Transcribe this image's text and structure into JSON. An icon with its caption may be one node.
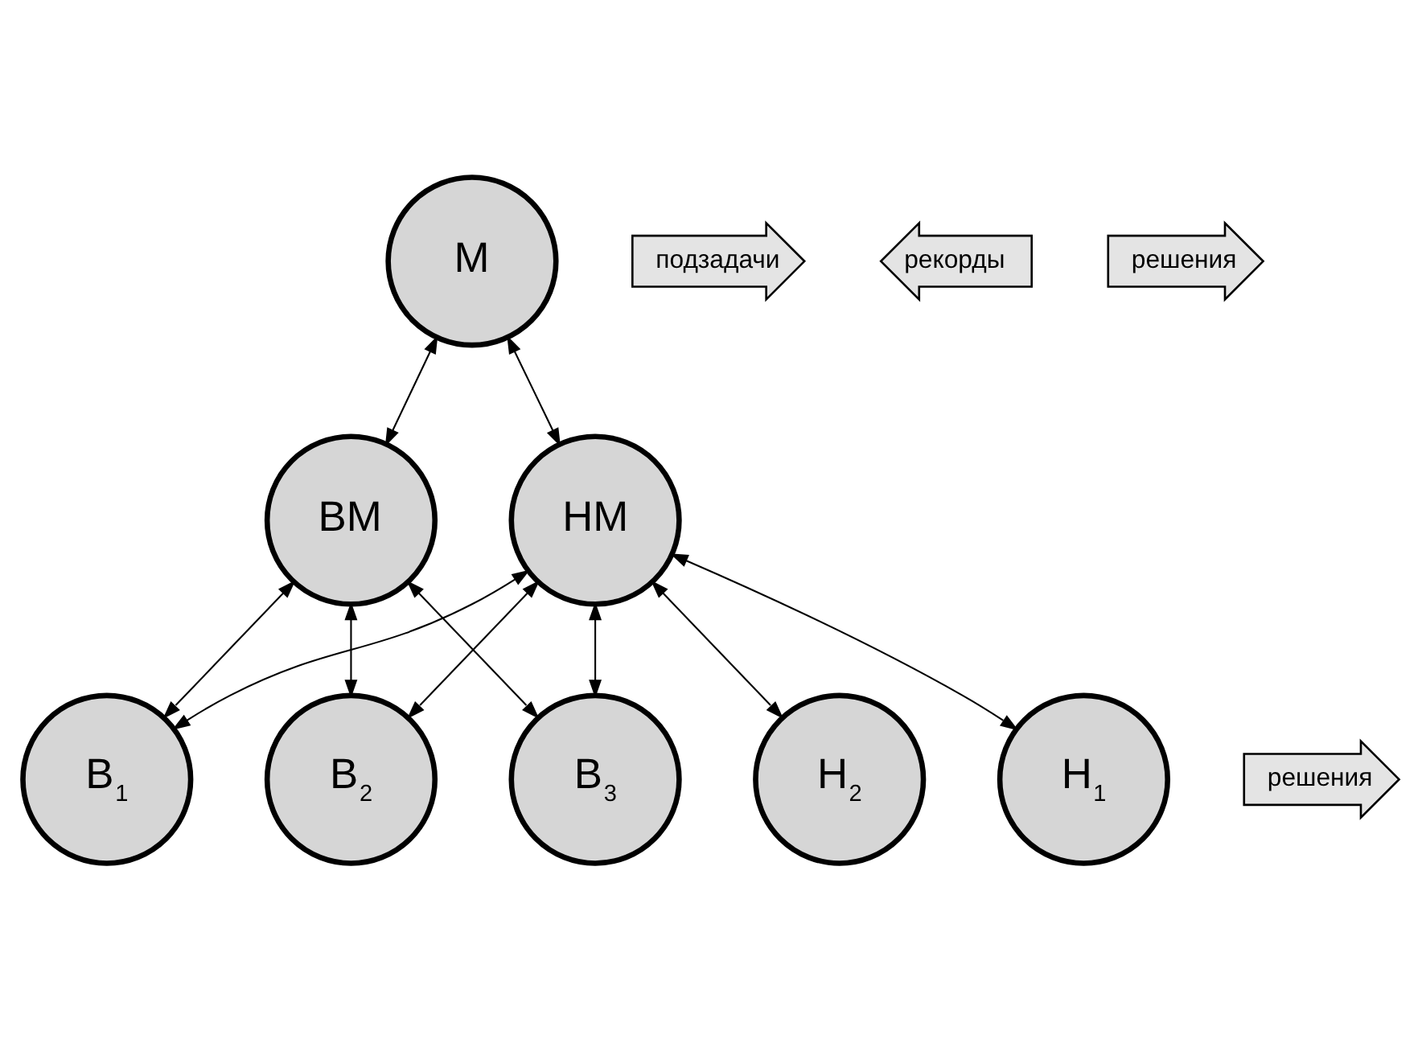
{
  "diagram": {
    "nodes": [
      {
        "text": [
          "М"
        ]
      },
      {
        "text": [
          "ВМ"
        ]
      },
      {
        "text": [
          "НМ"
        ]
      },
      {
        "text": [
          "В$_{1}$"
        ]
      },
      {
        "text": [
          "В$_{2}$"
        ]
      },
      {
        "text": [
          "В$_{3}$"
        ]
      },
      {
        "text": [
          "Н$_{1}$"
        ]
      },
      {
        "text": [
          "Н$_{2}$"
        ]
      },
      {
        "text": [
          "подзадачи"
        ]
      },
      {
        "text": [
          "рекорды"
        ]
      },
      {
        "text": [
          "решения"
        ]
      },
      {
        "text": [
          "решения"
        ]
      }
    ],
    "edges": [
      {
        "from": 0,
        "to": 1,
        "arrow": "both"
      },
      {
        "from": 0,
        "to": 2,
        "arrow": "both"
      },
      {
        "from": 1,
        "to": 3,
        "arrow": "both"
      },
      {
        "from": 1,
        "to": 4,
        "arrow": "both"
      },
      {
        "from": 1,
        "to": 5,
        "arrow": "both"
      },
      {
        "from": 2,
        "to": 3,
        "arrow": "both"
      },
      {
        "from": 2,
        "to": 4,
        "arrow": "both"
      },
      {
        "from": 2,
        "to": 5,
        "arrow": "both"
      },
      {
        "from": 2,
        "to": 6,
        "arrow": "both"
      },
      {
        "from": 2,
        "to": 7,
        "arrow": "both"
      }
    ]
  }
}
